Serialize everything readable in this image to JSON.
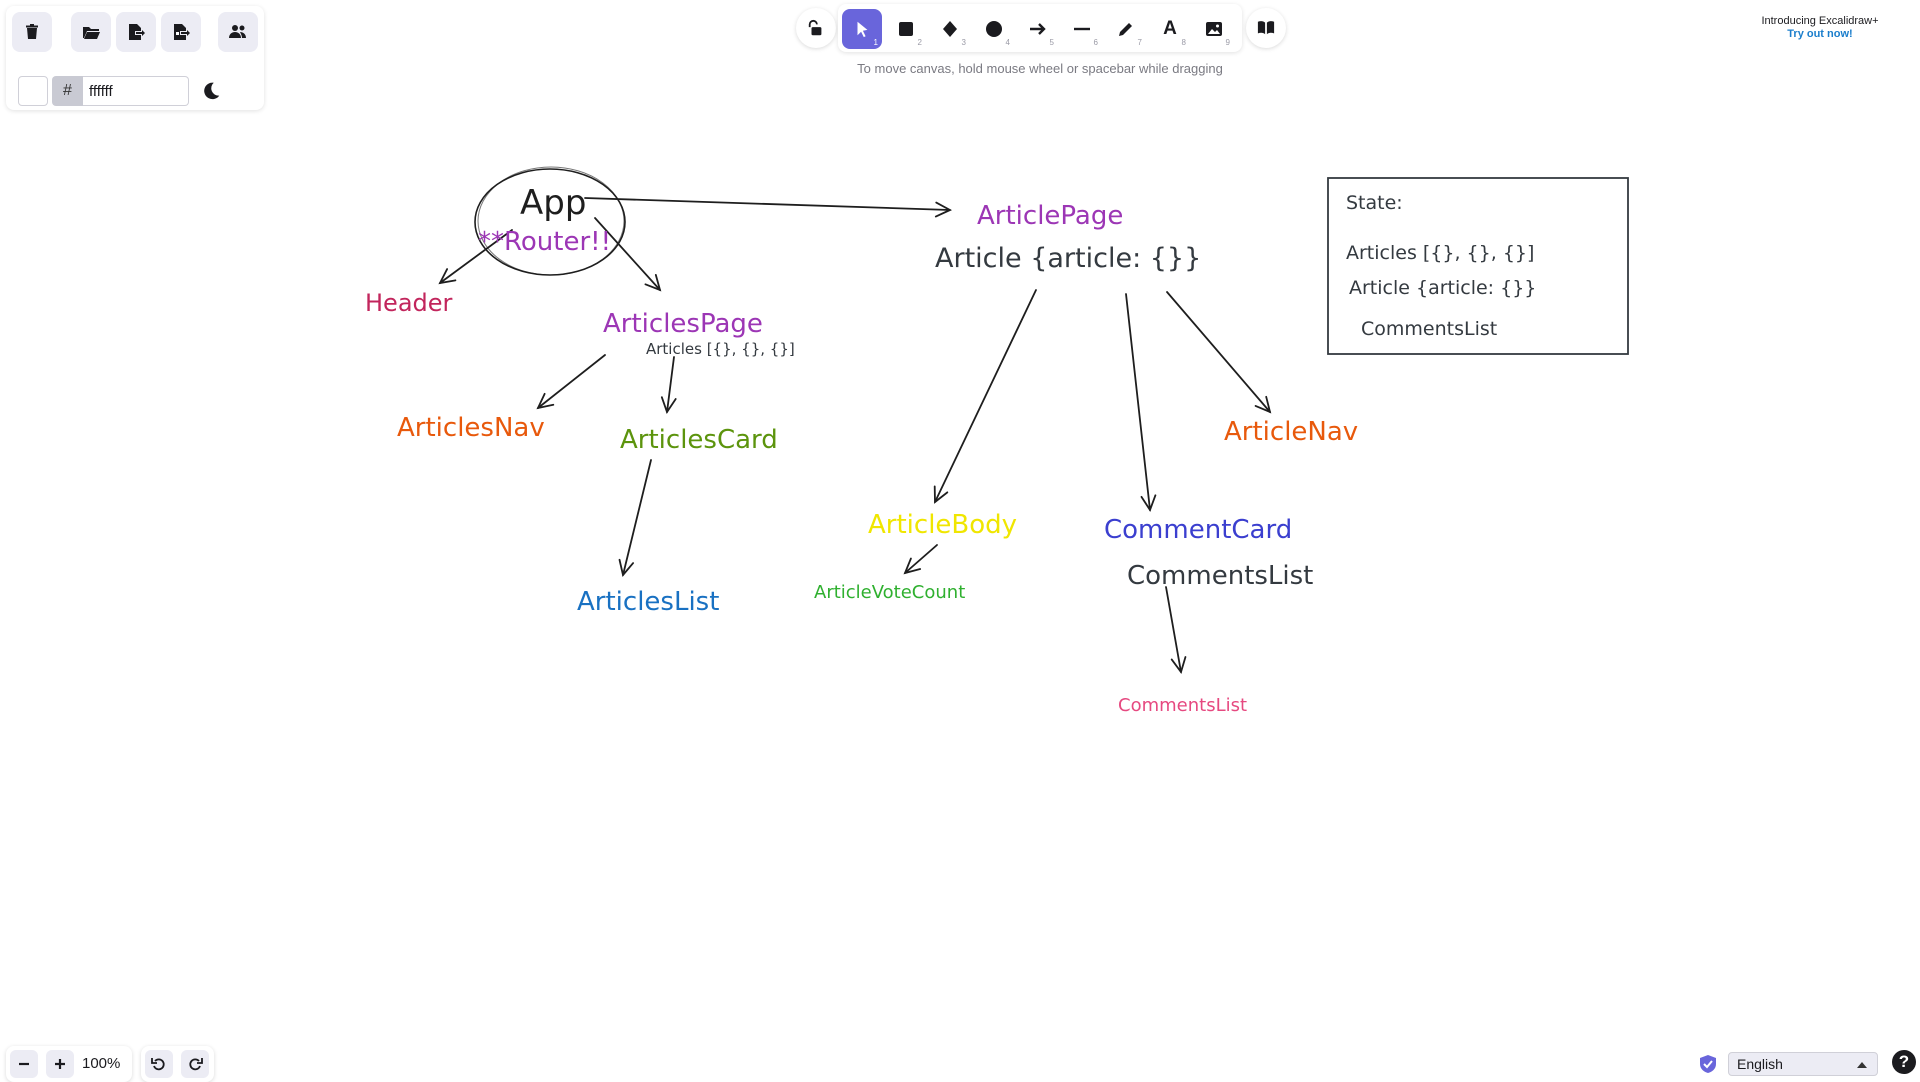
{
  "top_left": {
    "hex_hash": "#",
    "hex_value": "ffffff"
  },
  "toolbar": {
    "tools": [
      {
        "name": "selection",
        "num": "1"
      },
      {
        "name": "rectangle",
        "num": "2"
      },
      {
        "name": "diamond",
        "num": "3"
      },
      {
        "name": "ellipse",
        "num": "4"
      },
      {
        "name": "arrow",
        "num": "5"
      },
      {
        "name": "line",
        "num": "6"
      },
      {
        "name": "draw",
        "num": "7"
      },
      {
        "name": "text",
        "num": "8"
      },
      {
        "name": "image",
        "num": "9"
      }
    ],
    "active_tool": "selection",
    "text_glyph": "A",
    "hint": "To move canvas, hold mouse wheel or spacebar while dragging"
  },
  "promo": {
    "line1": "Introducing Excalidraw+",
    "line2": "Try out now!"
  },
  "canvas": {
    "app": "App",
    "router": "**Router!!",
    "header": "Header",
    "articles_page": "ArticlesPage",
    "articles_page_sub": "Articles [{}, {}, {}]",
    "articles_nav": "ArticlesNav",
    "articles_card": "ArticlesCard",
    "articles_list": "ArticlesList",
    "article_page": "ArticlePage",
    "article_page_sub": "Article {article: {}}",
    "article_body": "ArticleBody",
    "article_vote_count": "ArticleVoteCount",
    "comment_card": "CommentCard",
    "comments_list": "CommentsList",
    "comments_list_child": "CommentsList",
    "article_nav": "ArticleNav",
    "state_box": {
      "title": "State:",
      "line1": "Articles [{}, {}, {}]",
      "line2": "Article {article: {}}",
      "line3": "CommentsList"
    }
  },
  "colors": {
    "accent": "#6965db",
    "header": "#c2255c",
    "purple": "#9c36b5",
    "orange": "#e8590c",
    "green": "#5c940d",
    "blue": "#1971c2",
    "yellow": "#f0e600",
    "bright_green": "#2fb02f",
    "indigo": "#3b3fcf",
    "pink": "#e64980",
    "ink": "#1e1e1e",
    "dark": "#343a40"
  },
  "footer": {
    "zoom": "100%",
    "language": "English",
    "help": "?"
  }
}
